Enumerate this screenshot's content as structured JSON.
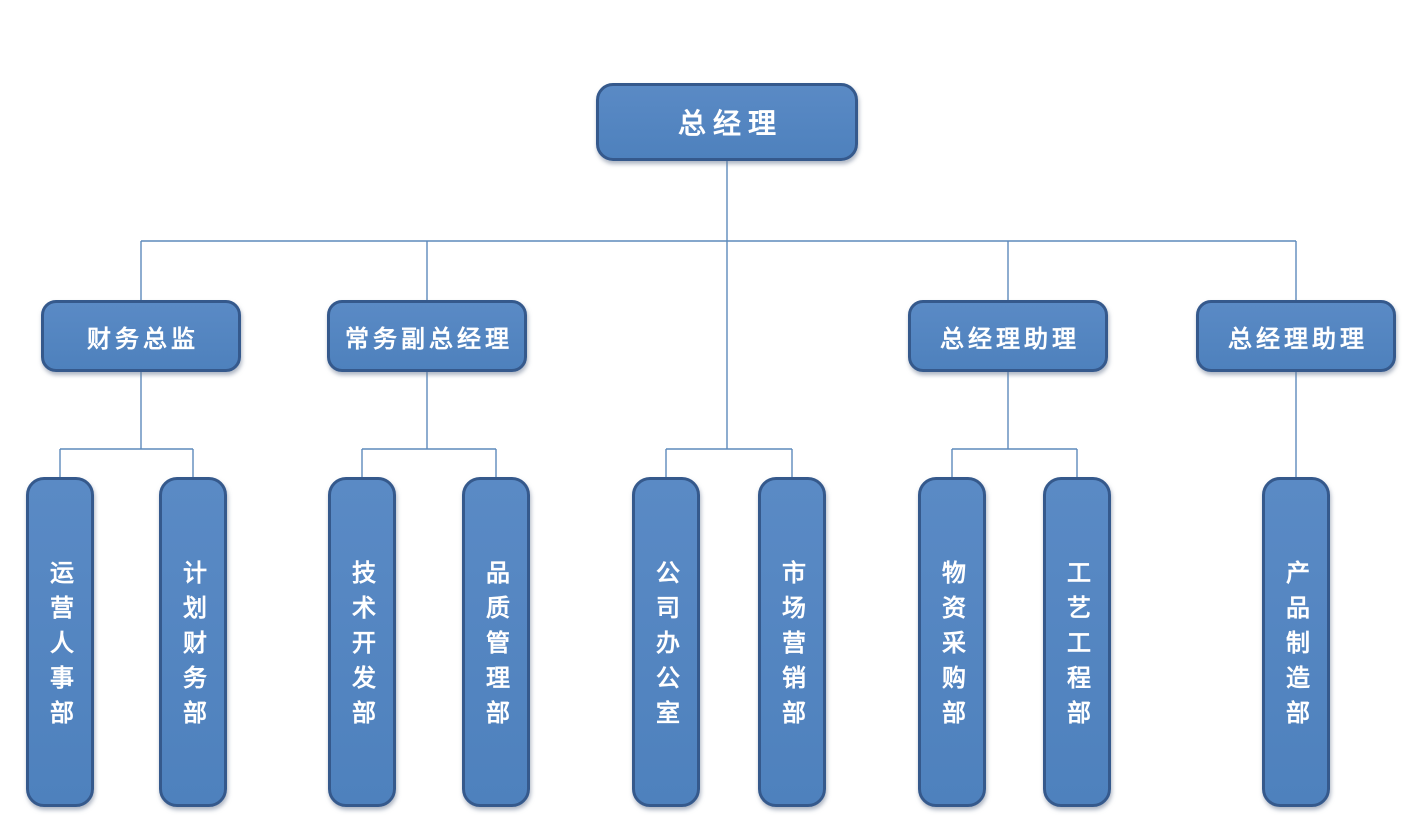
{
  "diagram": {
    "type": "org-chart",
    "root": {
      "label": "总经理"
    },
    "managers": [
      {
        "label": "财务总监",
        "departments": [
          "运营人事部",
          "计划财务部"
        ]
      },
      {
        "label": "常务副总经理",
        "departments": [
          "技术开发部",
          "品质管理部"
        ]
      },
      {
        "label": "总经理助理",
        "departments": [
          "物资采购部",
          "工艺工程部"
        ]
      },
      {
        "label": "总经理助理",
        "departments": [
          "产品制造部"
        ]
      }
    ],
    "root_departments": [
      "公司办公室",
      "市场营销部"
    ],
    "colors": {
      "box_fill": "#4e81bd",
      "box_fill_light": "#5a8ac5",
      "box_border": "#35598c",
      "connector": "#5d8abb",
      "text": "#ffffff",
      "background": "#ffffff"
    }
  }
}
